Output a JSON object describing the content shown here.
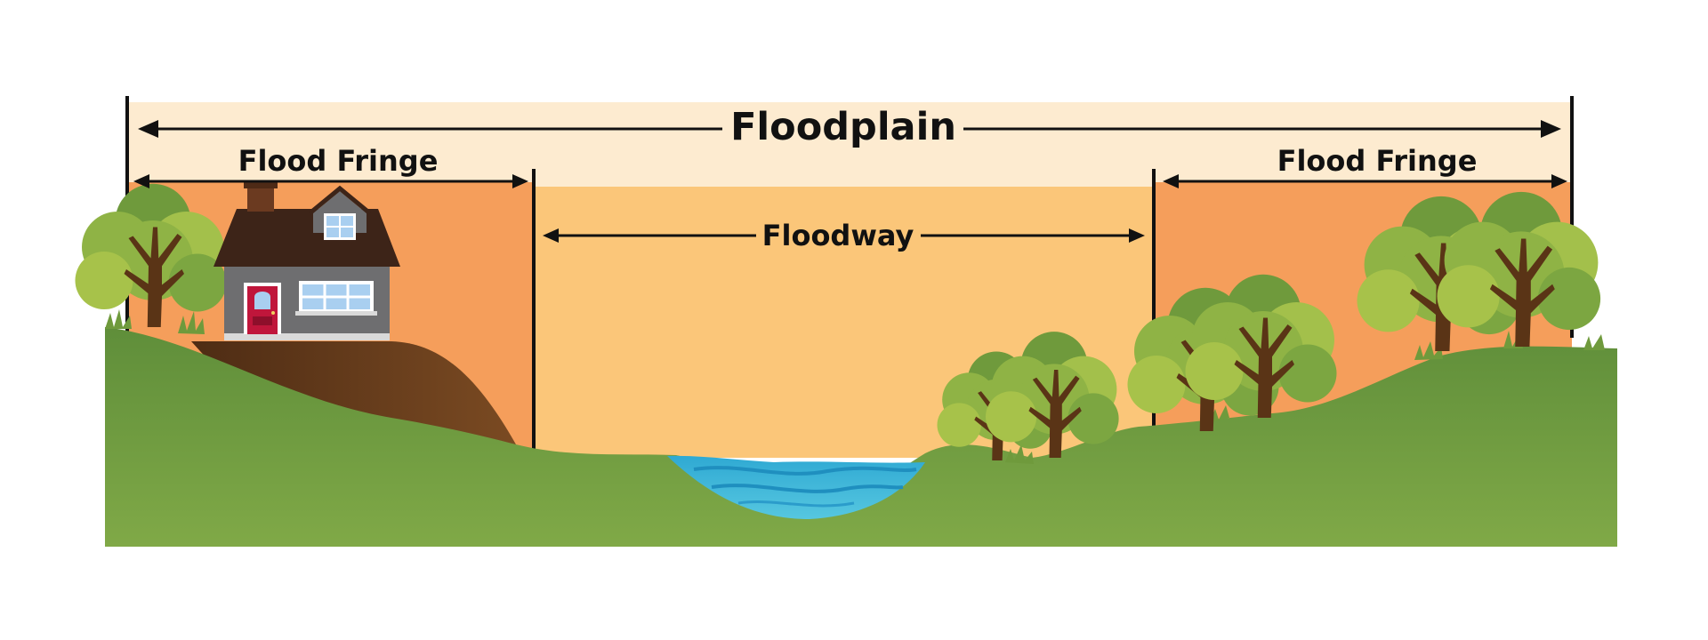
{
  "diagram": {
    "labels": {
      "floodplain": "Floodplain",
      "flood_fringe_left": "Flood Fringe",
      "floodway": "Floodway",
      "flood_fringe_right": "Flood Fringe"
    },
    "colors": {
      "floodplain_band": "#fdebd0",
      "flood_fringe_zone": "#f59e5b",
      "floodway_zone": "#fbc679",
      "ground_top": "#6a9a3f",
      "ground_bottom": "#7da645",
      "hill_dirt": "#6b3f1e",
      "water": "#3fb6d8",
      "house_wall": "#6e6e70",
      "house_roof": "#3d2418",
      "house_door": "#c0163b",
      "window_glass": "#a9cff0",
      "tree_trunk": "#5a3416",
      "foliage_light": "#a7c24a",
      "foliage_dark": "#5f8f3e",
      "line": "#111111"
    },
    "icons": [
      "house-icon",
      "tree-icon",
      "grass-icon",
      "river-icon"
    ]
  }
}
